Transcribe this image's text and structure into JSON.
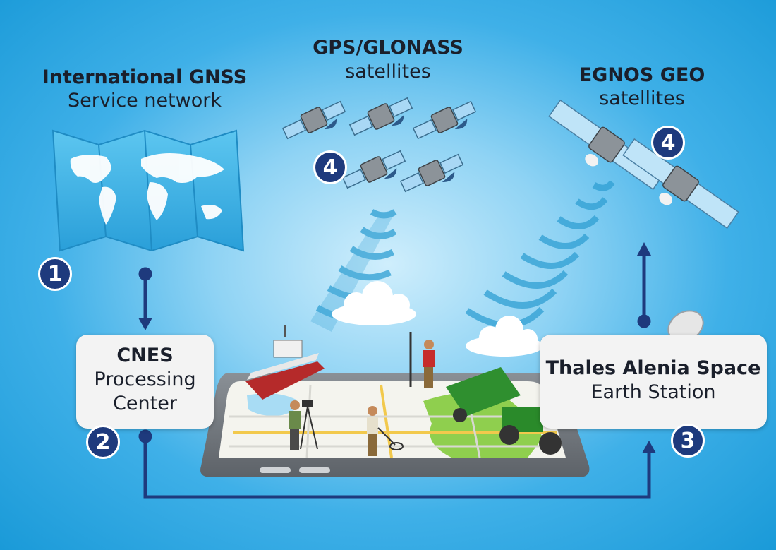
{
  "labels": {
    "gnss_title": "International GNSS",
    "gnss_sub": "Service network",
    "gps_title": "GPS/GLONASS",
    "gps_sub": "satellites",
    "egnos_title": "EGNOS GEO",
    "egnos_sub": "satellites",
    "cnes_title": "CNES",
    "cnes_line1": "Processing",
    "cnes_line2": "Center",
    "thales_title": "Thales Alenia Space",
    "thales_sub": "Earth Station"
  },
  "badges": {
    "gnss": "1",
    "cnes": "2",
    "thales": "3",
    "gps": "4",
    "egnos": "4"
  },
  "colors": {
    "background": "#2aa6e2",
    "badge": "#1e3a7d",
    "arrow": "#1e3a7d",
    "box": "#f3f3f3",
    "map": "#3cb4e6",
    "tablet": "#6d737a"
  },
  "icons": {
    "map": "world-map-icon",
    "satellite": "satellite-icon",
    "dish": "satellite-dish-icon",
    "tablet": "tablet-map-icon",
    "cloud": "cloud-icon"
  }
}
